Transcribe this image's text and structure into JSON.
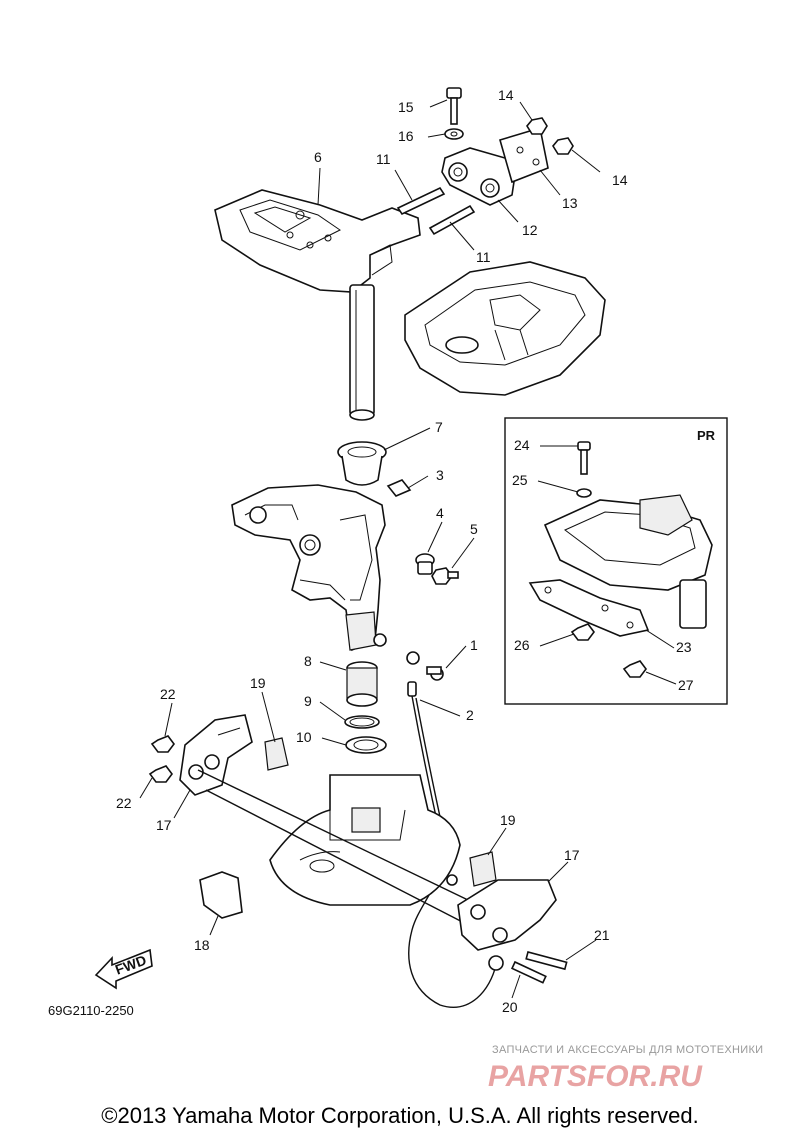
{
  "diagram": {
    "inset_label": "PR",
    "drawing_code": "69G2110-2250",
    "fwd_label": "FWD",
    "callouts": [
      {
        "id": "c15",
        "text": "15"
      },
      {
        "id": "c14a",
        "text": "14"
      },
      {
        "id": "c16",
        "text": "16"
      },
      {
        "id": "c6",
        "text": "6"
      },
      {
        "id": "c11a",
        "text": "11"
      },
      {
        "id": "c14b",
        "text": "14"
      },
      {
        "id": "c13",
        "text": "13"
      },
      {
        "id": "c12",
        "text": "12"
      },
      {
        "id": "c11b",
        "text": "11"
      },
      {
        "id": "c7",
        "text": "7"
      },
      {
        "id": "c3",
        "text": "3"
      },
      {
        "id": "c4",
        "text": "4"
      },
      {
        "id": "c5",
        "text": "5"
      },
      {
        "id": "c1",
        "text": "1"
      },
      {
        "id": "c8",
        "text": "8"
      },
      {
        "id": "c2",
        "text": "2"
      },
      {
        "id": "c9",
        "text": "9"
      },
      {
        "id": "c10",
        "text": "10"
      },
      {
        "id": "c19a",
        "text": "19"
      },
      {
        "id": "c22a",
        "text": "22"
      },
      {
        "id": "c22b",
        "text": "22"
      },
      {
        "id": "c17a",
        "text": "17"
      },
      {
        "id": "c19b",
        "text": "19"
      },
      {
        "id": "c17b",
        "text": "17"
      },
      {
        "id": "c18",
        "text": "18"
      },
      {
        "id": "c21",
        "text": "21"
      },
      {
        "id": "c20",
        "text": "20"
      },
      {
        "id": "c24",
        "text": "24"
      },
      {
        "id": "c25",
        "text": "25"
      },
      {
        "id": "c26",
        "text": "26"
      },
      {
        "id": "c23",
        "text": "23"
      },
      {
        "id": "c27",
        "text": "27"
      }
    ]
  },
  "watermark": {
    "text": "ЗАПЧАСТИ И АКСЕССУАРЫ ДЛЯ МОТОТЕХНИКИ",
    "logo": "PARTSFOR.RU",
    "logo_color": "#e8a3a3"
  },
  "footer": {
    "copyright": "©2013 Yamaha Motor Corporation, U.S.A. All rights reserved."
  }
}
